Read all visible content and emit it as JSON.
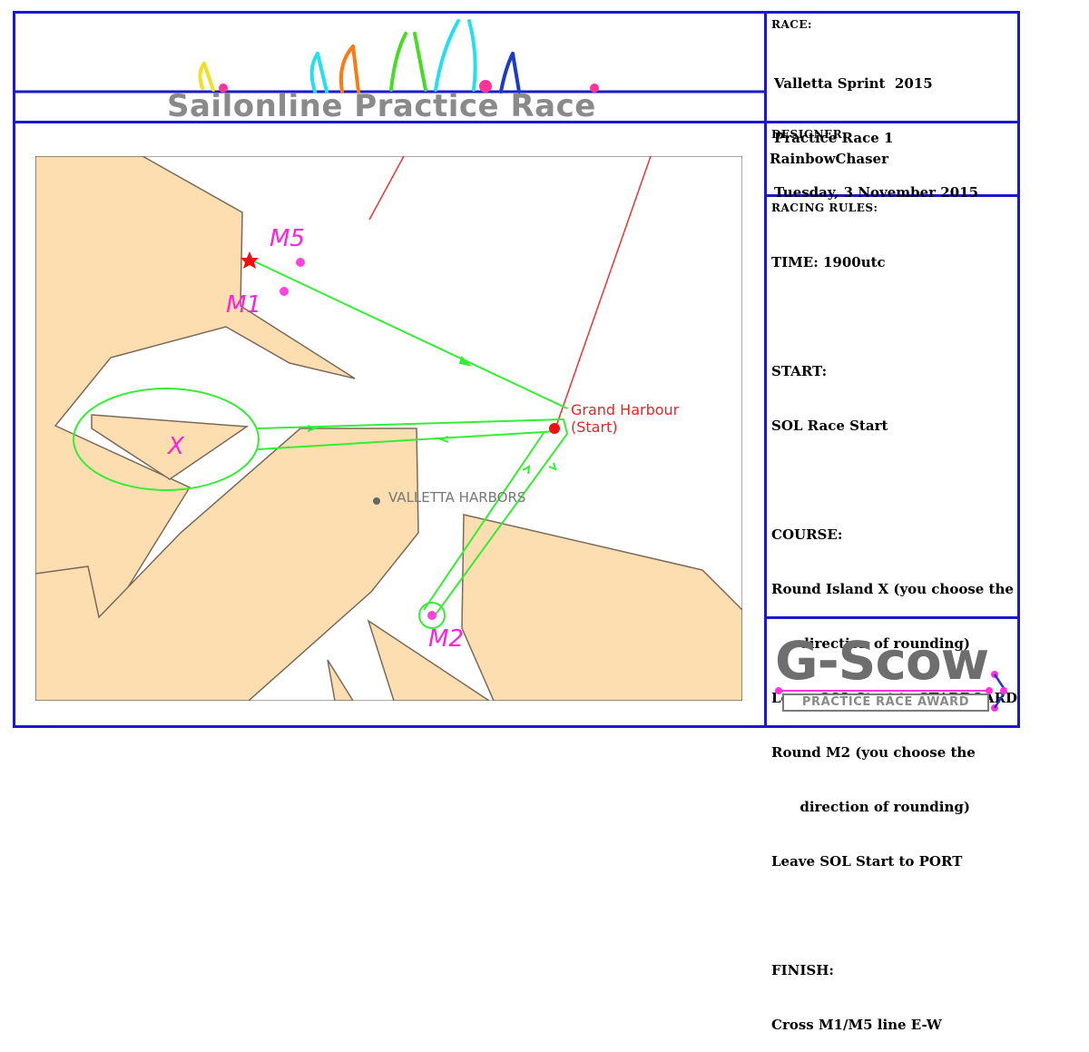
{
  "banner": {
    "title": "Sailonline Practice Race"
  },
  "race": {
    "label": "RACE:",
    "lines": [
      "Valletta Sprint  2015",
      "Practice Race 1",
      "Tuesday, 3 November 2015"
    ]
  },
  "designer": {
    "label": "DESIGNER:",
    "name": "RainbowChaser"
  },
  "rules": {
    "label": "RACING RULES:",
    "lines": [
      "TIME: 1900utc",
      "",
      "START:",
      "SOL Race Start",
      "",
      "COURSE:",
      "Round Island X (you choose the",
      "      direction of rounding)",
      "Leave SOL Start to STARBOARD",
      "Round M2 (you choose the",
      "      direction of rounding)",
      "Leave SOL Start to PORT",
      "",
      "FINISH:",
      "Cross M1/M5 line E-W"
    ]
  },
  "map": {
    "labels": {
      "m5": "M5",
      "m1": "M1",
      "m2": "M2",
      "x": "X",
      "start_line1": "Grand Harbour",
      "start_line2": "(Start)",
      "place": "VALLETTA HARBORS"
    },
    "colors": {
      "land": "#fcdeb0",
      "land_border": "#7a6a5a",
      "water": "#ffffff",
      "route": "#33ee33",
      "start_line": "#ee3333",
      "marker": "#ff44dd"
    }
  },
  "award": {
    "title": "G-Scow",
    "subtitle": "PRACTICE RACE AWARD"
  },
  "icons": [
    "sail-icon",
    "star-icon"
  ]
}
